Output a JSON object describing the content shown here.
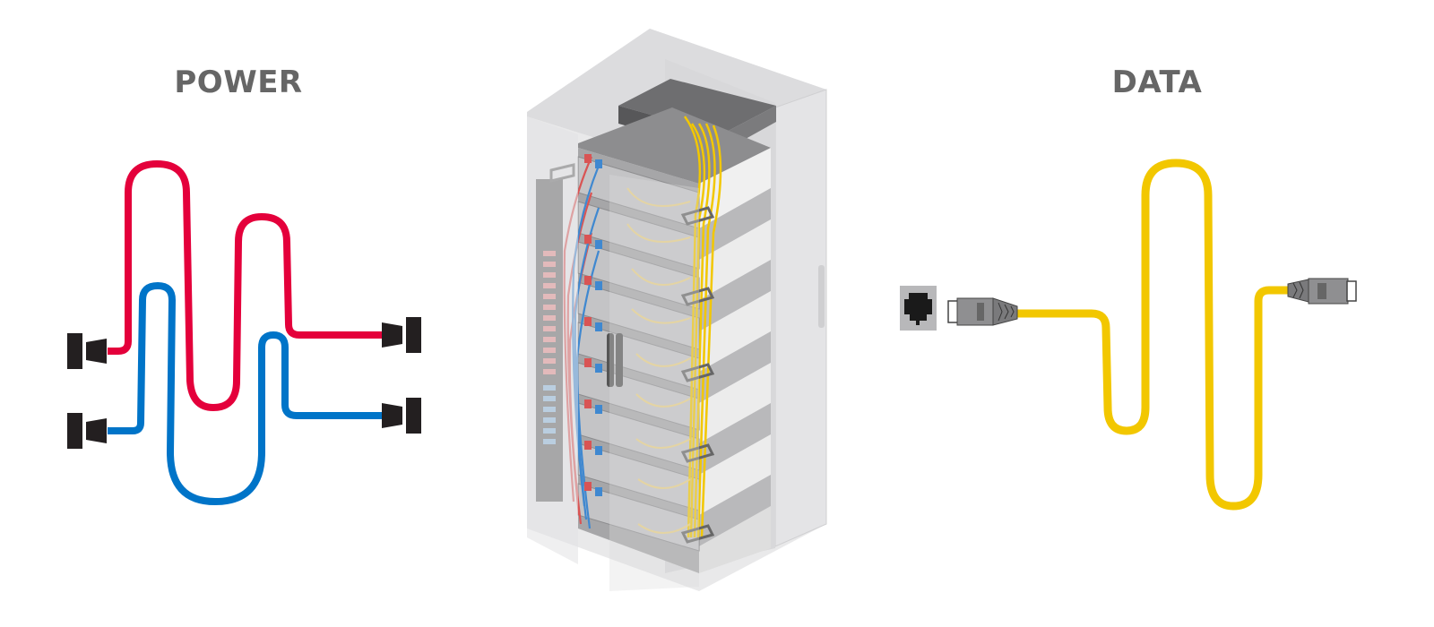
{
  "headings": {
    "power": "POWER",
    "data": "DATA"
  },
  "colors": {
    "power_cable_red": "#e4003b",
    "power_cable_blue": "#0074c8",
    "data_cable_yellow": "#f2c700",
    "connector_black": "#231f20",
    "heading_gray": "#666666",
    "rack_gray": "#8a8a8a"
  },
  "icons": {
    "power_plug": "iec-power-connector-icon",
    "ethernet_jack": "rj45-jack-icon",
    "ethernet_plug": "rj45-plug-icon",
    "server_rack": "server-rack-icon"
  },
  "sections": [
    {
      "id": "power",
      "label": "POWER",
      "cables": [
        "red",
        "blue"
      ],
      "connectors": 4
    },
    {
      "id": "rack",
      "label": "",
      "units": 8
    },
    {
      "id": "data",
      "label": "DATA",
      "cables": [
        "yellow"
      ],
      "connectors": 3
    }
  ]
}
